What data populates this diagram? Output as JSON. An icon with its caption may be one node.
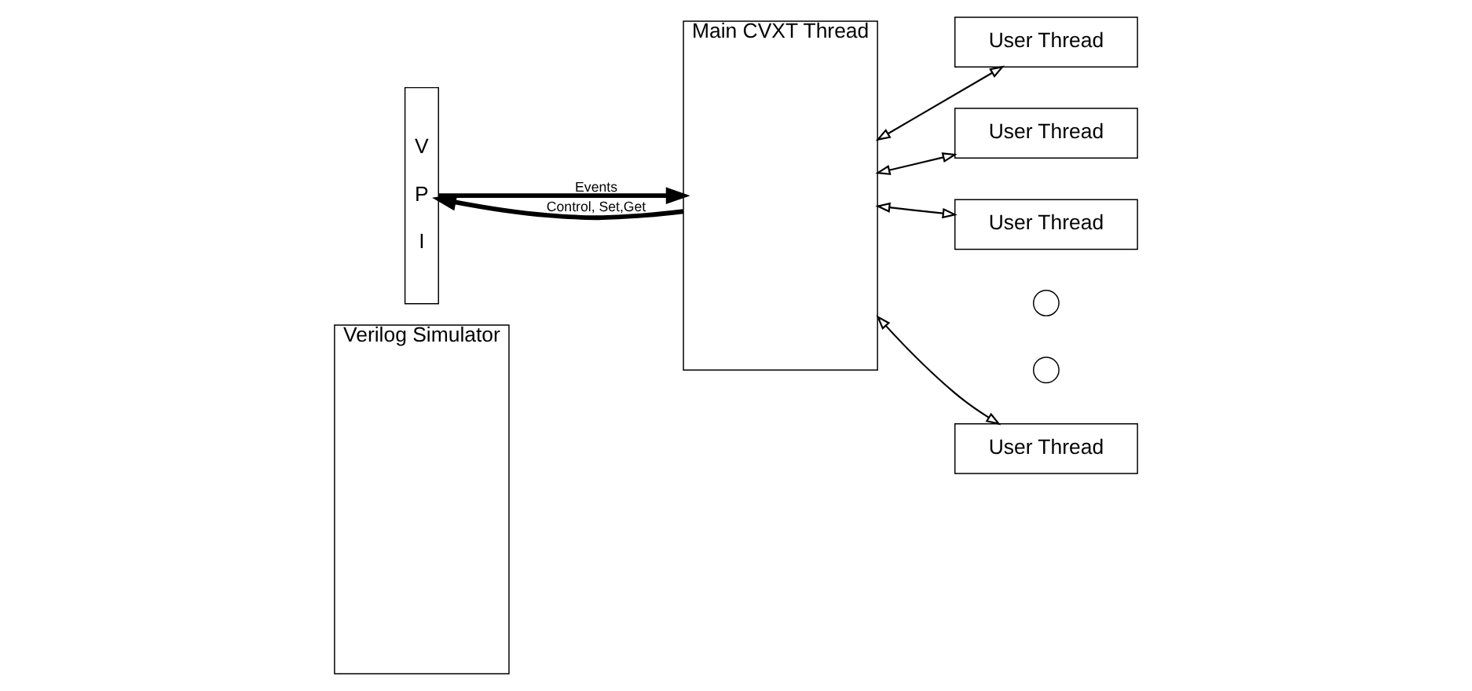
{
  "diagram": {
    "nodes": [
      {
        "text": [
          "Verilog Simulator"
        ]
      },
      {
        "text": [
          "V P I"
        ]
      },
      {
        "text": [
          "Main CVXT Thread"
        ]
      },
      {
        "text": [
          "User Thread"
        ]
      },
      {
        "text": [
          "User Thread"
        ]
      },
      {
        "text": [
          "User Thread"
        ]
      },
      {
        "text": [],
        "shape": "circle"
      },
      {
        "text": [],
        "shape": "circle"
      },
      {
        "text": [
          "User Thread"
        ]
      }
    ],
    "edges": [
      {
        "from": 2,
        "to": 1,
        "arrow": "to",
        "label": "Control, Set,Get",
        "style": "thick"
      },
      {
        "from": 1,
        "to": 2,
        "arrow": "to",
        "label": "Events",
        "style": "thick"
      },
      {
        "from": 2,
        "to": 3,
        "arrow": "both"
      },
      {
        "from": 2,
        "to": 4,
        "arrow": "both"
      },
      {
        "from": 2,
        "to": 5,
        "arrow": "both"
      },
      {
        "from": 2,
        "to": 8,
        "arrow": "both"
      }
    ]
  }
}
